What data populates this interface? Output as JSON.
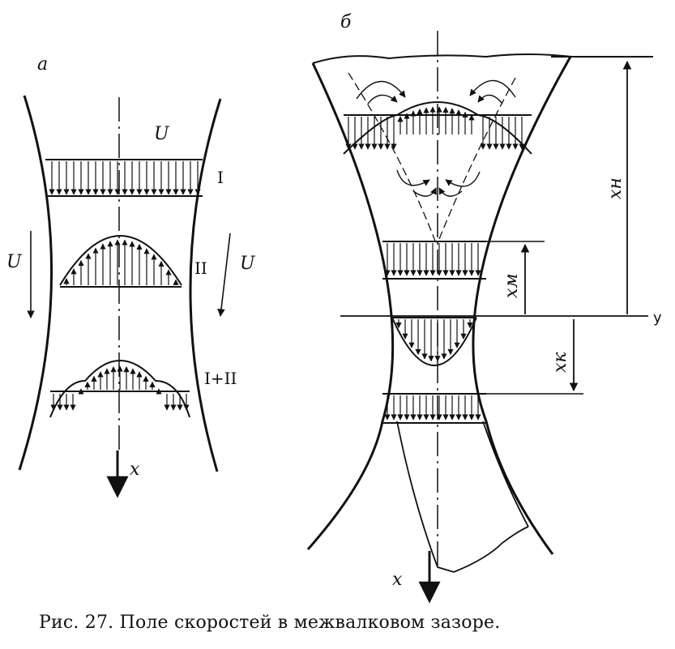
{
  "panel_a": {
    "label": "а",
    "velocity_top": "U",
    "velocity_left": "U",
    "velocity_right": "U",
    "profile_1": "I",
    "profile_2": "II",
    "profile_3": "I+II",
    "axis_x": "x"
  },
  "panel_b": {
    "label": "б",
    "x_n": "xн",
    "x_m": "xм",
    "x_k": "xк",
    "axis_y": "y",
    "axis_x": "x"
  },
  "caption": "Рис. 27. Поле скоростей в межвалковом зазоре."
}
